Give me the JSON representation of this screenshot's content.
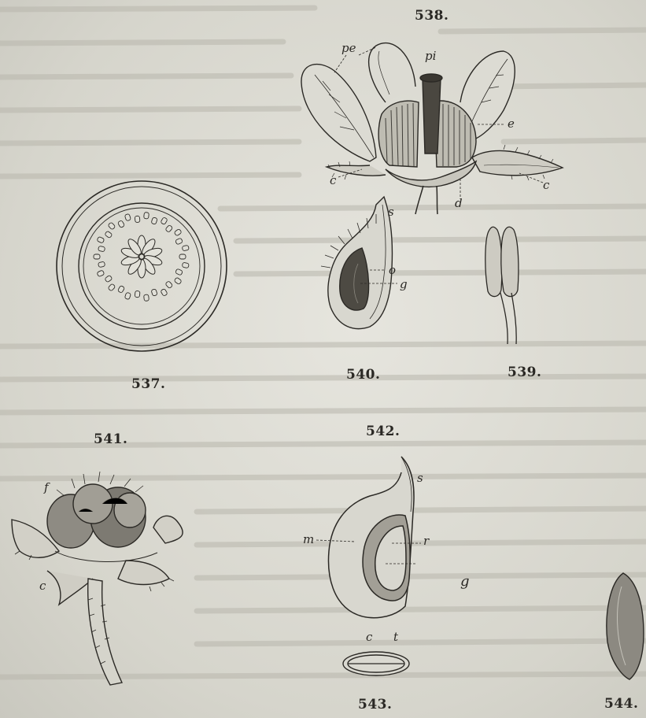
{
  "figures": [
    {
      "id": "fig-538",
      "number": "538."
    },
    {
      "id": "fig-537",
      "number": "537."
    },
    {
      "id": "fig-540",
      "number": "540."
    },
    {
      "id": "fig-539",
      "number": "539."
    },
    {
      "id": "fig-541",
      "number": "541."
    },
    {
      "id": "fig-542",
      "number": "542."
    },
    {
      "id": "fig-543",
      "number": "543."
    },
    {
      "id": "fig-544",
      "number": "544."
    }
  ],
  "labels": {
    "fig538": {
      "pe": "pe",
      "pi": "pi",
      "e": "e",
      "c_left": "c",
      "c_right": "c",
      "d": "d"
    },
    "fig540": {
      "s": "s",
      "o": "o",
      "g": "g"
    },
    "fig541": {
      "f": "f",
      "c": "c"
    },
    "fig542": {
      "s": "s",
      "m": "m",
      "r": "r",
      "g": "g"
    },
    "fig543": {
      "c": "c",
      "t": "t"
    }
  },
  "colors": {
    "ink": "#2b2925",
    "paper": "#d9d8d0"
  }
}
